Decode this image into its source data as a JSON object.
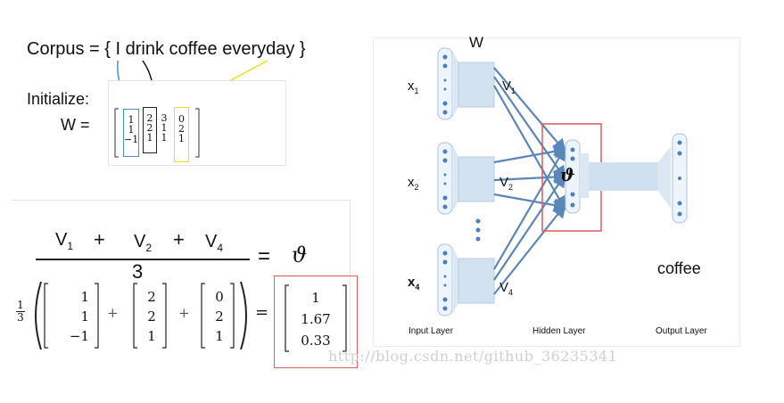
{
  "corpus_text": "Corpus = { I drink coffee everyday }",
  "initialize_label": "Initialize:",
  "w_label": "W  =",
  "matrix": {
    "rows": [
      [
        "1",
        "2",
        "3",
        "0"
      ],
      [
        "1",
        "2",
        "1",
        "2"
      ],
      [
        "−1",
        "1",
        "1",
        "1"
      ]
    ]
  },
  "equation": {
    "terms": [
      "V",
      "V",
      "V"
    ],
    "subs": [
      "1",
      "2",
      "4"
    ],
    "plus": "+",
    "denominator": "3",
    "equals": "=",
    "result_symbol": "ϑ",
    "frac_num": "1",
    "frac_den": "3",
    "vec1": [
      "1",
      "1",
      "−1"
    ],
    "vec2": [
      "2",
      "2",
      "1"
    ],
    "vec3": [
      "0",
      "2",
      "1"
    ],
    "result": [
      "1",
      "1.67",
      "0.33"
    ]
  },
  "network": {
    "w_label": "W",
    "inputs": [
      {
        "name": "x",
        "sub": "1"
      },
      {
        "name": "x",
        "sub": "2"
      },
      {
        "name": "x",
        "sub": "4"
      }
    ],
    "v_labels": [
      {
        "name": "V",
        "sub": "1"
      },
      {
        "name": "V",
        "sub": "2"
      },
      {
        "name": "V",
        "sub": "4"
      }
    ],
    "hidden_symbol": "ϑ",
    "output_word": "coffee",
    "layer_labels": [
      "Input Layer",
      "Hidden Layer",
      "Output Layer"
    ],
    "colors": {
      "arrow": "#5b86b8",
      "box": "#cfe0f0",
      "highlight": "#e05a5a"
    }
  },
  "watermark": "http://blog.csdn.net/github_36235341"
}
